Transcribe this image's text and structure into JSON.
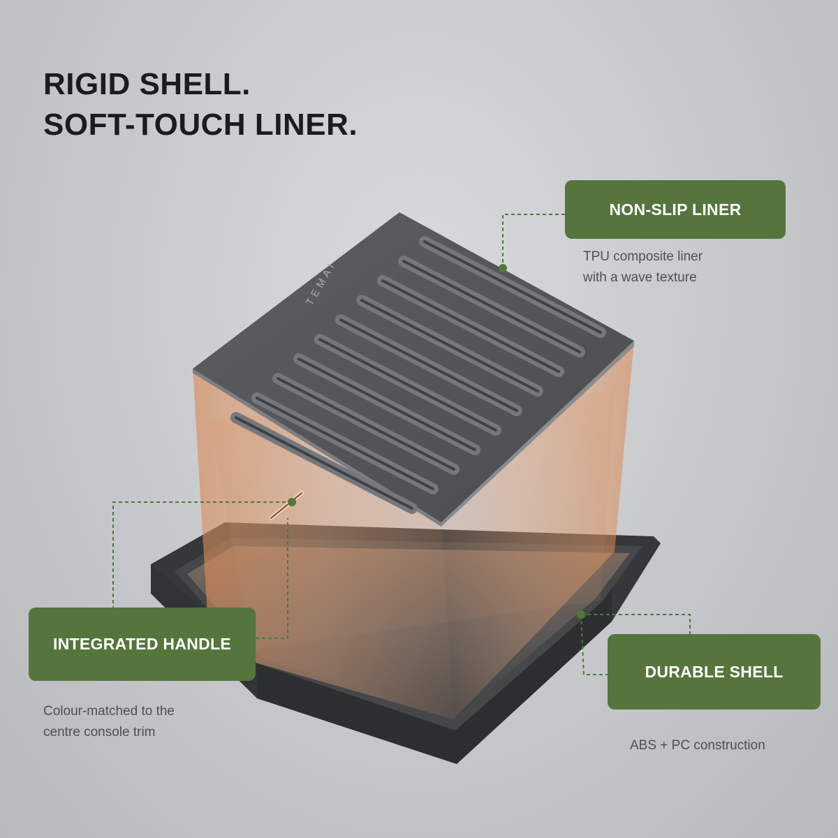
{
  "headline": {
    "line1": "RIGID SHELL.",
    "line2": "SOFT-TOUCH LINER."
  },
  "brand": {
    "logo_text": "TEMAI"
  },
  "callouts": {
    "liner": {
      "label": "NON-SLIP LINER",
      "desc_line1": "TPU composite liner",
      "desc_line2": "with a wave texture"
    },
    "handle": {
      "label": "INTEGRATED HANDLE",
      "desc_line1": "Colour-matched to the",
      "desc_line2": "centre console trim"
    },
    "shell": {
      "label": "DURABLE SHELL",
      "desc_line1": "ABS + PC construction"
    }
  },
  "colors": {
    "accent_green": "#55753c",
    "leader_line": "#4e7a36",
    "liner_grey": "#56585b",
    "glow_orange": "#d98a55"
  },
  "icons": {
    "leader_dot": "dot-marker-icon",
    "leader_line": "dashed-leader-line"
  }
}
